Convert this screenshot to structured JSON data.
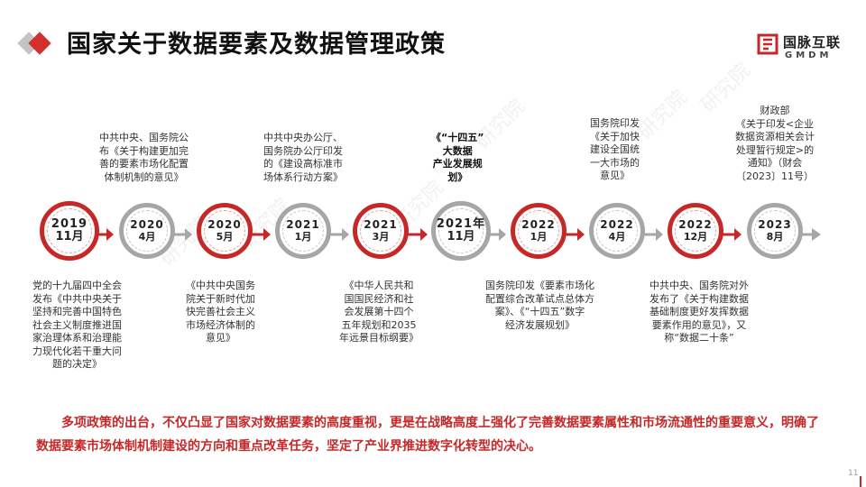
{
  "header": {
    "title": "国家关于数据要素及数据管理政策",
    "logo_cn": "国脉互联",
    "logo_en": "GMDM"
  },
  "colors": {
    "accent_red": "#c62828",
    "neutral_grey": "#a6a6a6"
  },
  "timeline": {
    "nodes": [
      {
        "year": "2019",
        "month": "11月",
        "style": "red"
      },
      {
        "year": "2020",
        "month": "4月",
        "style": "grey"
      },
      {
        "year": "2020",
        "month": "5月",
        "style": "red"
      },
      {
        "year": "2021",
        "month": "1月",
        "style": "grey"
      },
      {
        "year": "2021",
        "month": "3月",
        "style": "red"
      },
      {
        "year": "2021年",
        "month": "11月",
        "style": "grey"
      },
      {
        "year": "2022",
        "month": "1月",
        "style": "red"
      },
      {
        "year": "2022",
        "month": "4月",
        "style": "grey"
      },
      {
        "year": "2022",
        "month": "12月",
        "style": "red"
      },
      {
        "year": "2023",
        "month": "8月",
        "style": "grey"
      }
    ],
    "descriptions": {
      "d1": [
        "党的十九届四中全会",
        "发布《中共中央关于",
        "坚持和完善中国特色",
        "社会主义制度推进国",
        "家治理体系和治理能",
        "力现代化若干重大问",
        "题的决定》"
      ],
      "d2": [
        "中共中央、国务院公",
        "布《关于构建更加完",
        "善的要素市场化配置",
        "体制机制的意见》"
      ],
      "d3": [
        "《中共中央国务",
        "院关于新时代加",
        "快完善社会主义",
        "市场经济体制的",
        "意见》"
      ],
      "d4": [
        "中共中央办公厅、",
        "国务院办公厅印发",
        "的《建设高标准市",
        "场体系行动方案》"
      ],
      "d5": [
        "《中华人民共和",
        "国国民经济和社",
        "会发展第十四个",
        "五年规划和2035",
        "年远景目标纲要》"
      ],
      "d6": [
        "《“十四五”",
        "大数据",
        "产业发展规",
        "划》"
      ],
      "d7": [
        "国务院印发《要素市场化",
        "配置综合改革试点总体方",
        "案》、《“十四五”数字",
        "经济发展规划》"
      ],
      "d8": [
        "国务院印发",
        "《关于加快",
        "建设全国统",
        "一大市场的",
        "意见》"
      ],
      "d9": [
        "中共中央、国务院对外",
        "发布了《关于构建数据",
        "基础制度更好发挥数据",
        "要素作用的意见》，又",
        "称“数据二十条”"
      ],
      "d10_plain": "财政部",
      "d10": [
        "《关于印发<企业",
        "数据资源相关会计",
        "处理暂行规定>的",
        "通知》（财会",
        "〔2023〕11号）"
      ]
    }
  },
  "conclusion": "多项政策的出台，不仅凸显了国家对数据要素的高度重视，更是在战略高度上强化了完善数据要素属性和市场流通性的重要意义，明确了数据要素市场体制机制建设的方向和重点改革任务，坚定了产业界推进数字化转型的决心。",
  "page_number": "11"
}
